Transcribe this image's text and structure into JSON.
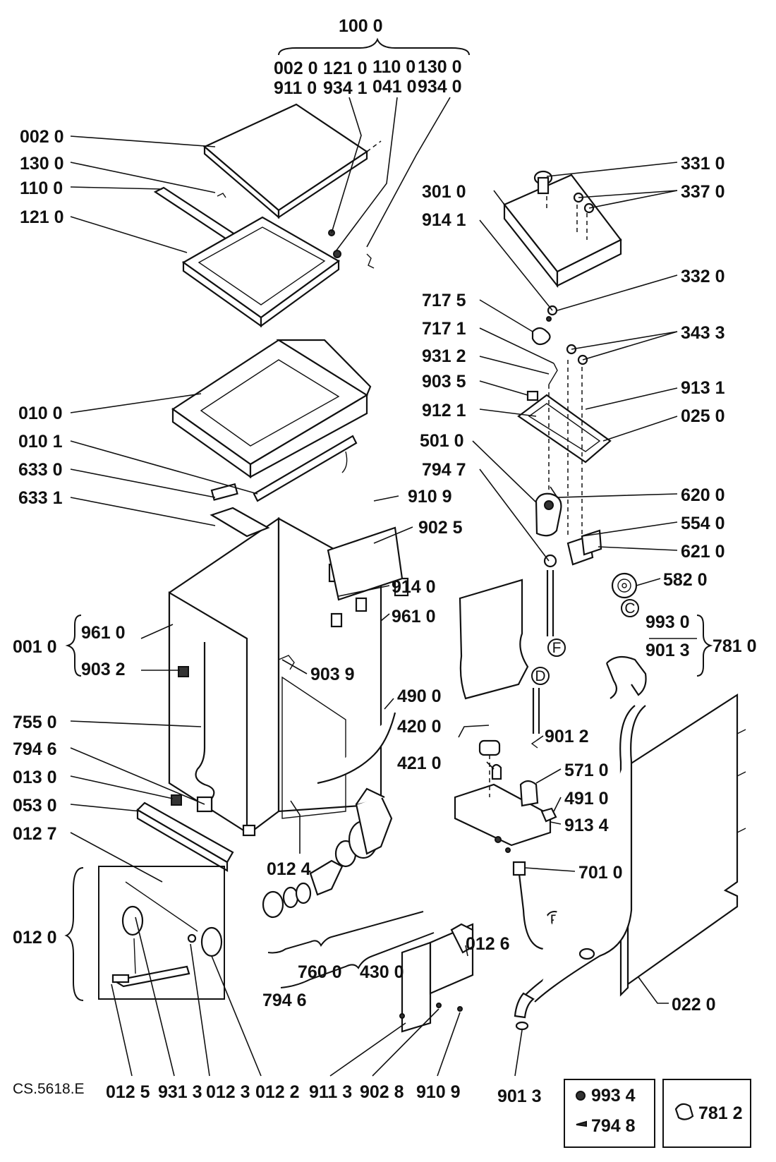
{
  "drawing_code": "CS.5618.E",
  "circle_markers": {
    "c": "C",
    "d": "D",
    "f": "F"
  },
  "labels": {
    "l1000": "100 0",
    "l0020h": "002 0",
    "l1210h": "121 0",
    "l1100h": "110 0",
    "l1300h": "130 0",
    "l9110h": "911 0",
    "l9341h": "934 1",
    "l0410h": "041 0",
    "l9340h": "934 0",
    "l0020": "002 0",
    "l1300": "130 0",
    "l1100": "110 0",
    "l1210": "121 0",
    "l0100": "010 0",
    "l0101": "010 1",
    "l6330": "633 0",
    "l6331": "633 1",
    "l9109a": "910 9",
    "l9025": "902 5",
    "l9140": "914 0",
    "l9610a": "961 0",
    "l0010": "001  0",
    "l9610b": "961 0",
    "l9032": "903 2",
    "l9039": "903 9",
    "l4900": "490 0",
    "l7550": "755  0",
    "l7946a": "794  6",
    "l0130": "013  0",
    "l0530": "053  0",
    "l0127": "012  7",
    "l0124": "012 4",
    "l0120": "012  0",
    "l4200": "420 0",
    "l4210": "421 0",
    "l5710": "571 0",
    "l4910": "491 0",
    "l9134": "913 4",
    "l7010": "701 0",
    "l7600": "760 0",
    "l4300": "430 0",
    "l7946b": "794 6",
    "l0126": "012 6",
    "l0125": "012 5",
    "l9313": "931 3",
    "l0123": "012 3",
    "l0122": "012 2",
    "l9113": "911 3",
    "l9028": "902 8",
    "l9109b": "910 9",
    "l9013b": "901 3",
    "l3310": "331 0",
    "l3010": "301 0",
    "l3370": "337 0",
    "l9141": "914 1",
    "l3320": "332 0",
    "l7175": "717 5",
    "l7171": "717 1",
    "l3433": "343 3",
    "l9312": "931 2",
    "l9035": "903 5",
    "l9131": "913 1",
    "l9121": "912 1",
    "l0250": "025 0",
    "l5010": "501 0",
    "l7947": "794 7",
    "l6200": "620 0",
    "l5540": "554 0",
    "l6210": "621 0",
    "l5820": "582 0",
    "l9930": "993 0",
    "l9013a": "901 3",
    "l7810": "781 0",
    "l9012": "901 2",
    "l0220": "022 0",
    "l9934": "993 4",
    "l7948": "794 8",
    "l7812": "781 2"
  }
}
